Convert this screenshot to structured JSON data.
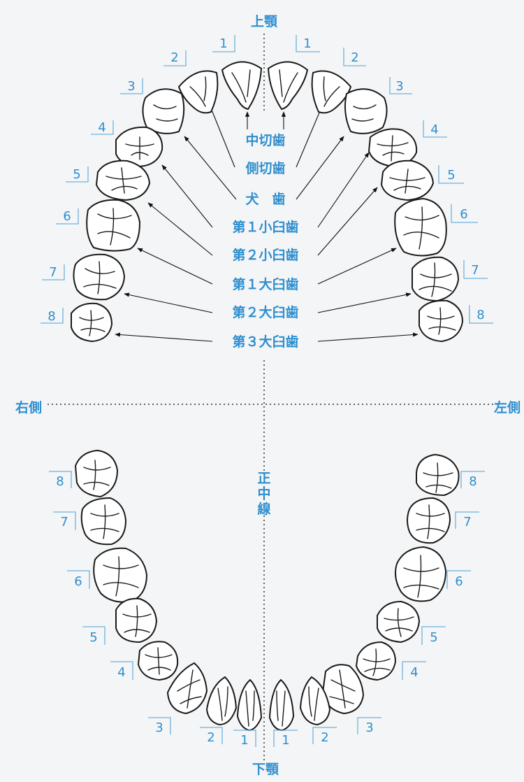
{
  "upper_jaw_label": "上顎",
  "lower_jaw_label": "下顎",
  "right_side_label": "右側",
  "left_side_label": "左側",
  "midline_label": [
    "正",
    "中",
    "線"
  ],
  "tooth_names": [
    "中切歯",
    "側切歯",
    "犬　歯",
    "第１小臼歯",
    "第２小臼歯",
    "第１大臼歯",
    "第２大臼歯",
    "第３大臼歯"
  ],
  "tooth_numbers": [
    "1",
    "2",
    "3",
    "4",
    "5",
    "6",
    "7",
    "8"
  ],
  "colors": {
    "label": "#2f8fcf",
    "bracket": "#6fb2de",
    "outline": "#1a1a1a",
    "background": "#f4f5f6"
  }
}
